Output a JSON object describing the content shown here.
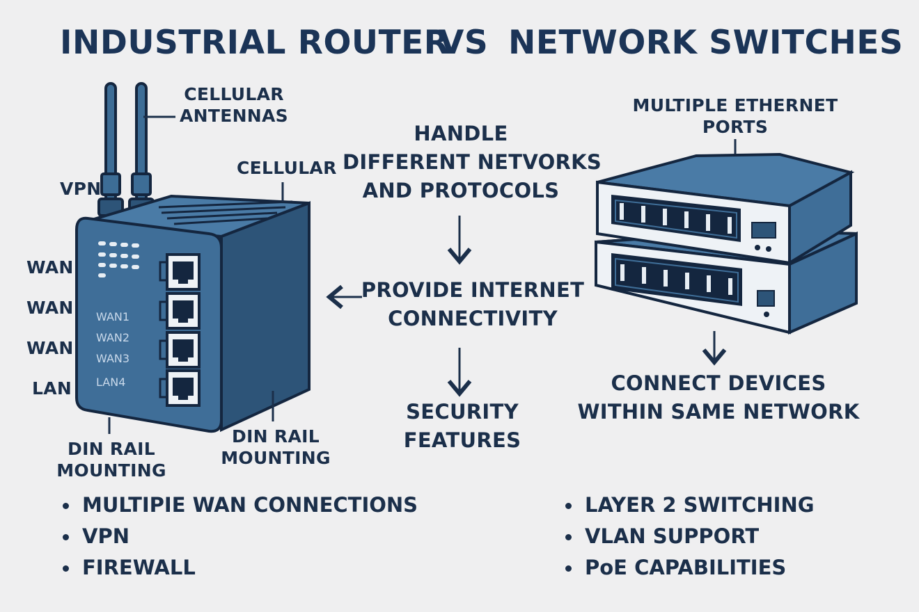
{
  "title": {
    "left": "INDUSTRIAL ROUTER",
    "vs": "VS",
    "right": "NETWORK SWITCHES"
  },
  "router_labels": {
    "antennas": [
      "CELLULAR",
      "ANTENNAS"
    ],
    "cellular": "CELLULAR",
    "vpn": "VPN",
    "side": [
      "WAN",
      "WAN",
      "WAN",
      "LAN"
    ],
    "ports": [
      "WAN1",
      "WAN2",
      "WAN3",
      "LAN4"
    ],
    "din_left": [
      "DIN RAIL",
      "MOUNTING"
    ],
    "din_right": [
      "DIN RAIL",
      "MOUNTING"
    ]
  },
  "center_flow": {
    "handle": [
      "HANDLE",
      "DIFFERENT NETVORKS",
      "AND PROTOCOLS"
    ],
    "provide": [
      "PROVIDE INTERNET",
      "CONNECTIVITY"
    ],
    "security": [
      "SECURITY",
      "FEATURES"
    ]
  },
  "switch_labels": {
    "ports": [
      "MULTIPLE ETHERNET",
      "PORTS"
    ],
    "connect": [
      "CONNECT DEVICES",
      "WITHIN SAME NETWORK"
    ]
  },
  "router_features": [
    "MULTIPIE WAN CONNECTIONS",
    "VPN",
    "FIREWALL"
  ],
  "switch_features": [
    "LAYER 2 SWITCHING",
    "VLAN SUPPORT",
    "PoE CAPABILITIES"
  ],
  "colors": {
    "navy": "#1b3457",
    "device_blue": "#3f6e98",
    "device_dark": "#2d5478",
    "outline": "#14263f",
    "background": "#efeff0"
  }
}
